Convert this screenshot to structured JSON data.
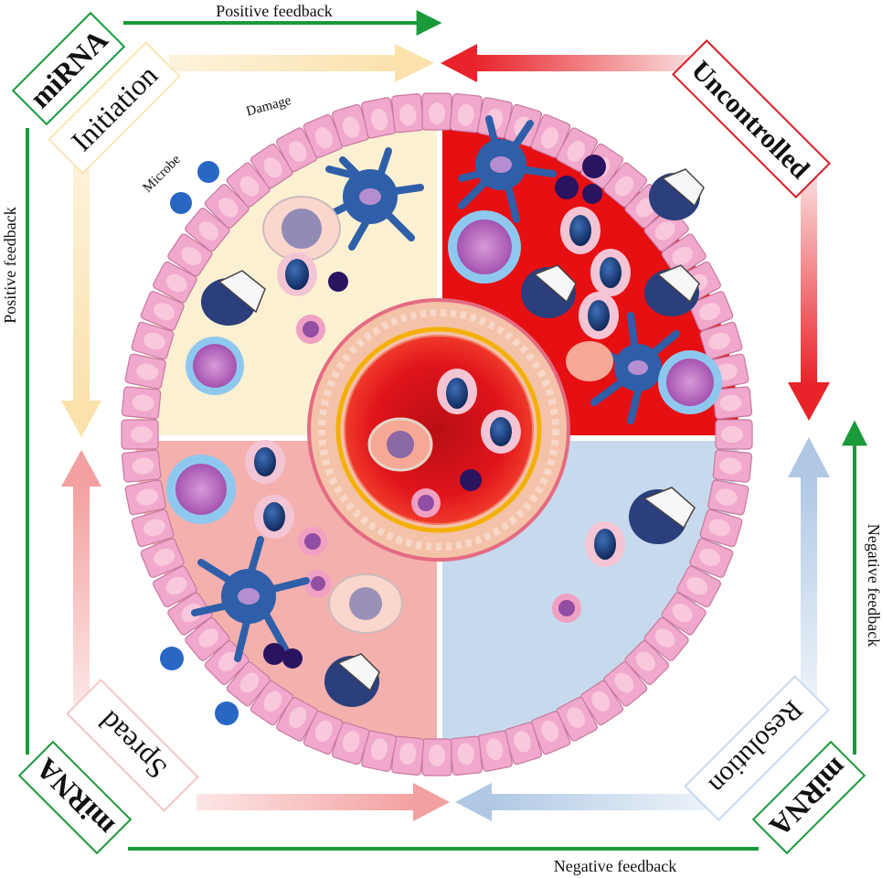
{
  "labels": {
    "top_feedback": "Positive feedback",
    "left_feedback": "Positive feedback",
    "right_feedback": "Negative feedback",
    "bottom_feedback": "Negative feedback",
    "mirna": "miRNA",
    "initiation": "Initiation",
    "uncontrolled": "Uncontrolled",
    "spread": "Spread",
    "resolution": "Resolution",
    "damage": "Damage",
    "microbe": "Microbe"
  },
  "colors": {
    "green_arrow": "#1a9a3a",
    "box_border_green": "#1a9a3a",
    "box_border_red": "#d81e28",
    "initiation_fill": "#fbf0d2",
    "uncontrolled_fill": "#e60f12",
    "spread_fill": "#f4b0ad",
    "resolution_fill": "#c7d9ec",
    "initiation_arrow": "#fbe6b4",
    "uncontrolled_arrow": "#e8232a",
    "spread_arrow": "#f3a6a6",
    "resolution_arrow": "#b5cce6",
    "epithelium": "#f0a8cc",
    "vessel_wall": "#f4c2a8",
    "vessel_lumen": "#d6121b"
  }
}
